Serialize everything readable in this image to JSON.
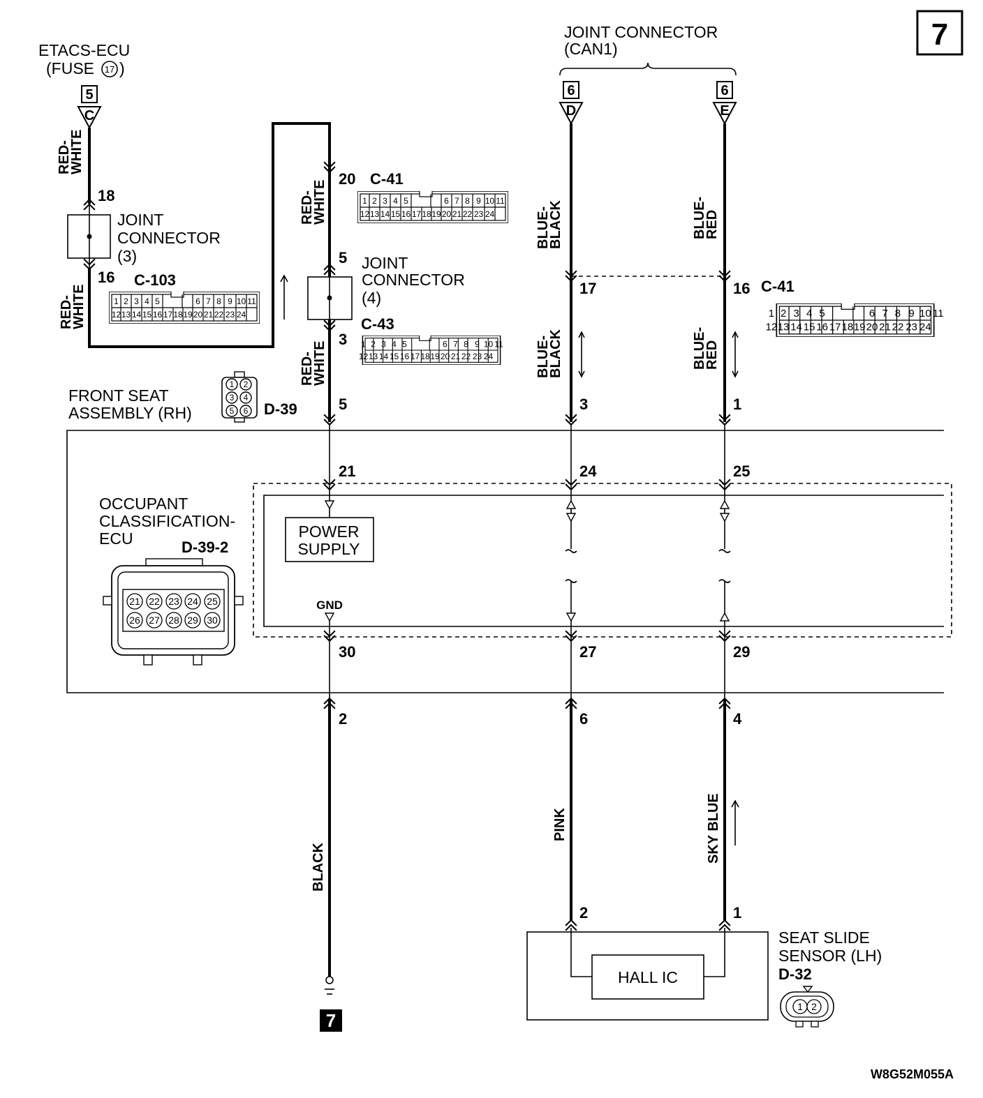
{
  "page_number": "7",
  "etacs": {
    "title": "ETACS-ECU",
    "fuse_prefix": "(FUSE",
    "fuse_num": "17",
    "fuse_suffix": ")",
    "conn_box": "5",
    "conn_letter": "C"
  },
  "jc_can1": {
    "title": "JOINT CONNECTOR",
    "sub": "(CAN1)",
    "box_d": "6",
    "letter_d": "D",
    "box_e": "6",
    "letter_e": "E"
  },
  "jc3": {
    "line1": "JOINT",
    "line2": "CONNECTOR",
    "line3": "(3)",
    "pin_top": "18",
    "pin_bot": "16",
    "conn_id": "C-103"
  },
  "jc4": {
    "line1": "JOINT",
    "line2": "CONNECTOR",
    "line3": "(4)",
    "pin_top": "5",
    "pin_bot": "3",
    "conn_id": "C-43"
  },
  "c41_top": {
    "pin": "20",
    "conn_id": "C-41"
  },
  "c41_right": {
    "pin_left": "17",
    "pin_right": "16",
    "conn_id": "C-41"
  },
  "conn_pins": {
    "row1": [
      "1",
      "2",
      "3",
      "4",
      "5",
      "6",
      "7",
      "8",
      "9",
      "10",
      "11"
    ],
    "row2": [
      "12",
      "13",
      "14",
      "15",
      "16",
      "17",
      "18",
      "19",
      "20",
      "21",
      "22",
      "23",
      "24"
    ]
  },
  "wires": {
    "red_white_1": [
      "RED-",
      "WHITE"
    ],
    "red_white_2": [
      "RED-",
      "WHITE"
    ],
    "red_white_3": [
      "RED-",
      "WHITE"
    ],
    "red_white_4": [
      "RED-",
      "WHITE"
    ],
    "blue_black_1": [
      "BLUE-",
      "BLACK"
    ],
    "blue_black_2": [
      "BLUE-",
      "BLACK"
    ],
    "blue_red_1": [
      "BLUE-",
      "RED"
    ],
    "blue_red_2": [
      "BLUE-",
      "RED"
    ],
    "black": "BLACK",
    "pink": "PINK",
    "sky_blue": "SKY BLUE"
  },
  "front_seat": {
    "line1": "FRONT SEAT",
    "line2": "ASSEMBLY (RH)",
    "conn_id": "D-39",
    "pins": [
      "1",
      "2",
      "3",
      "4",
      "5",
      "6"
    ],
    "pin_a": "5",
    "pin_b": "3",
    "pin_c": "1"
  },
  "ocu": {
    "line1": "OCCUPANT",
    "line2": "CLASSIFICATION-",
    "line3": "ECU",
    "conn_id": "D-39-2",
    "pins_row1": [
      "21",
      "22",
      "23",
      "24",
      "25"
    ],
    "pins_row2": [
      "26",
      "27",
      "28",
      "29",
      "30"
    ],
    "pin_21": "21",
    "pin_24": "24",
    "pin_25": "25",
    "pin_30": "30",
    "pin_27": "27",
    "pin_29": "29"
  },
  "power_supply": {
    "line1": "POWER",
    "line2": "SUPPLY",
    "gnd": "GND"
  },
  "lower": {
    "pin_2": "2",
    "pin_6": "6",
    "pin_4": "4",
    "sensor_pin_2": "2",
    "sensor_pin_1": "1"
  },
  "sensor": {
    "line1": "SEAT SLIDE",
    "line2": "SENSOR (LH)",
    "conn_id": "D-32",
    "hall": "HALL IC",
    "pins": [
      "1",
      "2"
    ]
  },
  "ground_ref": "7",
  "diagram_code": "W8G52M055A"
}
